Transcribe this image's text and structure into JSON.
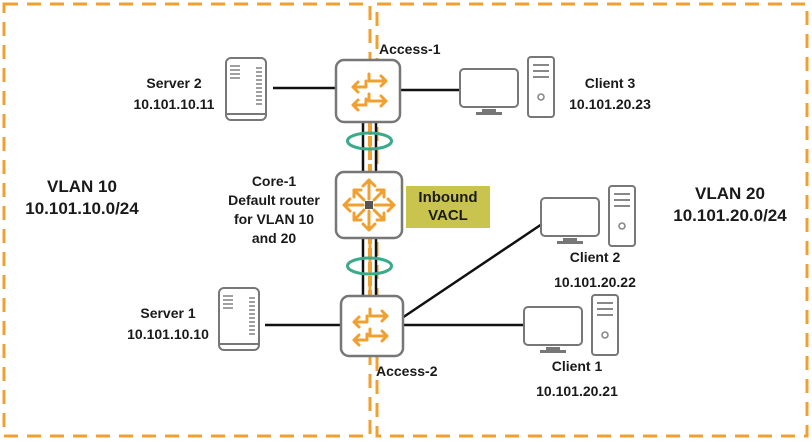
{
  "diagram": {
    "colors": {
      "vlan_boundary": "#f0a030",
      "switch_arrows": "#f0a030",
      "link": "#111111",
      "lag_ring": "#3aaa8a",
      "vacl_fill": "#c9c44d",
      "device_outline": "#777777"
    },
    "vlans": [
      {
        "name": "VLAN 10",
        "subnet": "10.101.10.0/24"
      },
      {
        "name": "VLAN 20",
        "subnet": "10.101.20.0/24"
      }
    ],
    "switches": [
      {
        "name": "Access-1",
        "icon": "access-switch-icon"
      },
      {
        "name": "Core-1",
        "description": [
          "Default router",
          "for VLAN 10",
          "and 20"
        ],
        "icon": "core-router-icon"
      },
      {
        "name": "Access-2",
        "icon": "access-switch-icon"
      }
    ],
    "vacl": {
      "line1": "Inbound",
      "line2": "VACL"
    },
    "servers": [
      {
        "name": "Server 2",
        "ip": "10.101.10.11",
        "icon": "server-icon"
      },
      {
        "name": "Server 1",
        "ip": "10.101.10.10",
        "icon": "server-icon"
      }
    ],
    "clients": [
      {
        "name": "Client 3",
        "ip": "10.101.20.23",
        "icon": "workstation-icon"
      },
      {
        "name": "Client 2",
        "ip": "10.101.20.22",
        "icon": "workstation-icon"
      },
      {
        "name": "Client 1",
        "ip": "10.101.20.21",
        "icon": "workstation-icon"
      }
    ]
  }
}
